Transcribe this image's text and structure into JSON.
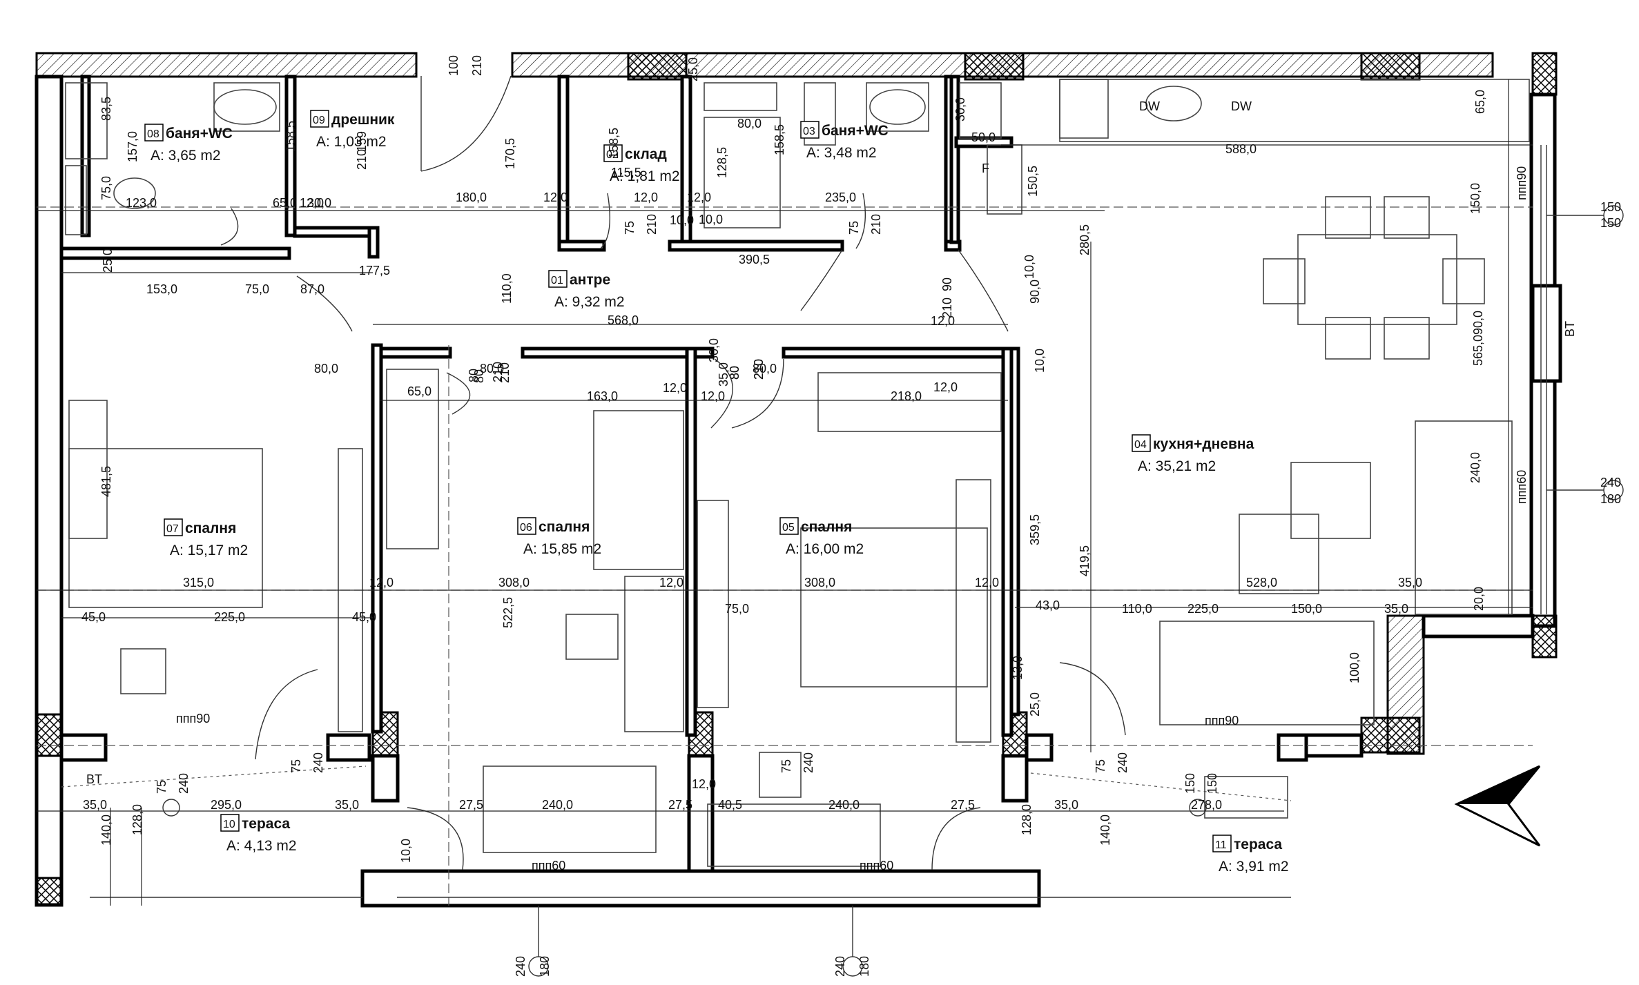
{
  "rooms": [
    {
      "num": "01",
      "name": "антре",
      "area": "A: 9,32 m2"
    },
    {
      "num": "02",
      "name": "склад",
      "area": "A: 1,81 m2"
    },
    {
      "num": "03",
      "name": "баня+WC",
      "area": "A: 3,48 m2"
    },
    {
      "num": "04",
      "name": "кухня+дневна",
      "area": "A: 35,21 m2"
    },
    {
      "num": "05",
      "name": "спалня",
      "area": "A: 16,00 m2"
    },
    {
      "num": "06",
      "name": "спалня",
      "area": "A: 15,85 m2"
    },
    {
      "num": "07",
      "name": "спалня",
      "area": "A: 15,17 m2"
    },
    {
      "num": "08",
      "name": "баня+WC",
      "area": "A: 3,65 m2"
    },
    {
      "num": "09",
      "name": "дрешник",
      "area": "A: 1,03 m2"
    },
    {
      "num": "10",
      "name": "тераса",
      "area": "A: 4,13 m2"
    },
    {
      "num": "11",
      "name": "тераса",
      "area": "A: 3,91 m2"
    }
  ],
  "dims_h": [
    "588,0",
    "568,0",
    "390,5",
    "315,0",
    "308,0",
    "308,0",
    "528,0",
    "295,0",
    "278,0",
    "240,0",
    "240,0",
    "235,0",
    "225,0",
    "225,0",
    "218,0",
    "180,0",
    "177,5",
    "163,0",
    "153,0",
    "150,0",
    "123,0",
    "115,5",
    "110,0",
    "87,0",
    "80,0",
    "80,0",
    "80,0",
    "80,0",
    "75,0",
    "75,0",
    "65,0",
    "65,0",
    "50,0",
    "45,0",
    "45,0",
    "43,0",
    "40,5",
    "35,0",
    "35,0",
    "35,0",
    "35,0",
    "35,0",
    "30,0",
    "27,5",
    "27,5",
    "27,5",
    "12,0",
    "12,0",
    "12,0",
    "12,0",
    "12,0",
    "12,0",
    "12,0",
    "12,0",
    "12,0",
    "12,0",
    "12,0",
    "12,0",
    "10,0",
    "10,0"
  ],
  "dims_v": [
    "565,0",
    "522,5",
    "481,5",
    "419,5",
    "359,5",
    "280,5",
    "240,0",
    "170,5",
    "158,5",
    "158,5",
    "158,5",
    "157,0",
    "150,5",
    "150,0",
    "140,0",
    "140,0",
    "128,5",
    "128,0",
    "128,0",
    "110,0",
    "100,0",
    "90,0",
    "90,0",
    "83,5",
    "75,0",
    "65,0",
    "35,0",
    "30,0",
    "30,0",
    "25,0",
    "25,0",
    "25,0",
    "20,0",
    "13,0",
    "10,0",
    "10,0",
    "10,0"
  ],
  "openings": [
    "100",
    "210",
    "159",
    "210",
    "80",
    "210",
    "90",
    "210",
    "80",
    "210",
    "80",
    "210",
    "80",
    "210",
    "75",
    "210",
    "75",
    "210",
    "75",
    "240",
    "75",
    "240",
    "75",
    "240",
    "75",
    "240",
    "150",
    "150",
    "150",
    "150",
    "240",
    "180",
    "240",
    "180",
    "240",
    "180",
    "ппп90",
    "ппп90",
    "ппп90",
    "ппп60",
    "ппп60",
    "ппп60",
    "DW",
    "DW",
    "F",
    "BT",
    "BT"
  ],
  "north_arrow": "north-arrow",
  "colors": {
    "wall": "#000000",
    "background": "#ffffff",
    "line": "#333333"
  }
}
